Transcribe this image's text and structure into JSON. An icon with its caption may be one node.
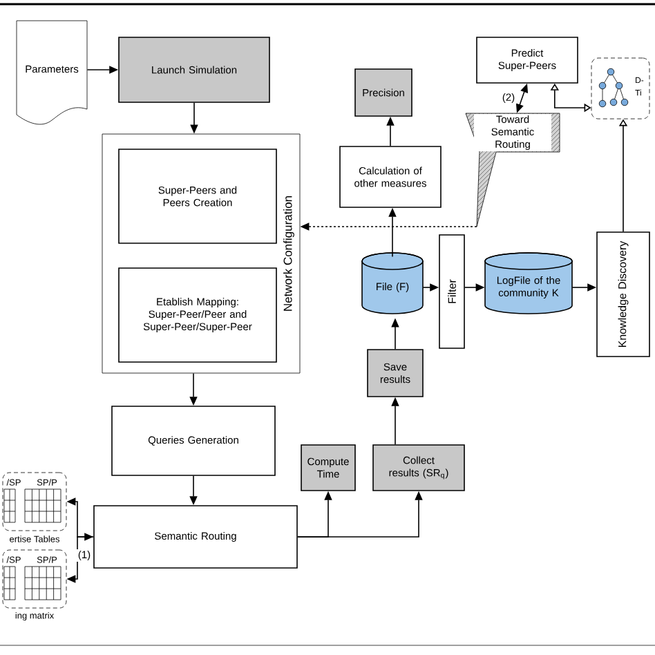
{
  "diagram": {
    "nodes": [
      {
        "text": [
          "Parameters"
        ]
      },
      {
        "text": [
          "Launch Simulation"
        ]
      },
      {
        "text": [
          "Network Configuration"
        ]
      },
      {
        "text": [
          "Super-Peers and Peers Creation"
        ],
        "in": 2
      },
      {
        "text": [
          "Etablish Mapping: Super-Peer/Peer and Super-Peer/Super-Peer"
        ],
        "in": 2
      },
      {
        "text": [
          "Queries Generation"
        ]
      },
      {
        "text": [
          "Semantic Routing"
        ]
      },
      {
        "text": [
          "Compute Time"
        ]
      },
      {
        "text": [
          "Collect results (SR$_{q}$)"
        ]
      },
      {
        "text": [
          "Save results"
        ]
      },
      {
        "text": [
          "File (F)"
        ]
      },
      {
        "text": [
          "Filter"
        ]
      },
      {
        "text": [
          "LogFile of the community K"
        ]
      },
      {
        "text": [
          "Knowledge Discovery"
        ]
      },
      {
        "text": [
          "Calculation of other measures"
        ]
      },
      {
        "text": [
          "Precision"
        ]
      },
      {
        "text": [
          "Predict Super-Peers"
        ]
      },
      {
        "text": [
          "D-",
          "Ti"
        ]
      },
      {
        "text": [
          "Toward Semantic Routing"
        ]
      },
      {
        "text": [
          "/SP",
          "SP/P"
        ],
        "beside": [
          "ertise Tables"
        ]
      },
      {
        "text": [
          "/SP",
          "SP/P"
        ],
        "beside": [
          "ing matrix"
        ]
      }
    ],
    "edges": [
      {
        "from": 0,
        "to": 1,
        "arrow": "to"
      },
      {
        "from": 1,
        "to": 2,
        "arrow": "to"
      },
      {
        "from": 2,
        "to": 5,
        "arrow": "to"
      },
      {
        "from": 5,
        "to": 6,
        "arrow": "to"
      },
      {
        "from": 6,
        "to": 7,
        "arrow": "to"
      },
      {
        "from": 6,
        "to": 8,
        "arrow": "to"
      },
      {
        "from": 8,
        "to": 9,
        "arrow": "to"
      },
      {
        "from": 9,
        "to": 10,
        "arrow": "to"
      },
      {
        "from": 10,
        "to": 11,
        "arrow": "to"
      },
      {
        "from": 11,
        "to": 12,
        "arrow": "to"
      },
      {
        "from": 12,
        "to": 13,
        "arrow": "to"
      },
      {
        "from": 10,
        "to": 14,
        "arrow": "to"
      },
      {
        "from": 14,
        "to": 15,
        "arrow": "to"
      },
      {
        "from": 13,
        "to": 17,
        "arrow": "to"
      },
      {
        "from": 16,
        "to": 17,
        "arrow": "both"
      },
      {
        "from": 16,
        "to": 18,
        "arrow": "both",
        "label": "(2)"
      },
      {
        "from": 18,
        "to": 2,
        "arrow": "to",
        "style": "dashed"
      },
      {
        "from": 6,
        "to": 19,
        "arrow": "both",
        "label": "(1)"
      },
      {
        "from": 6,
        "to": 20,
        "arrow": "to"
      }
    ]
  }
}
